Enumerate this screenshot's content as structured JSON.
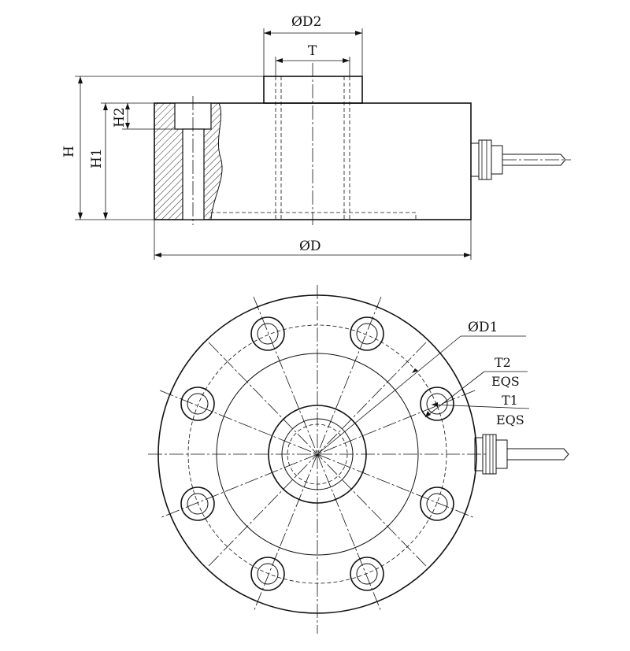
{
  "side_view": {
    "dim_D2": "ØD2",
    "dim_T": "T",
    "dim_H": "H",
    "dim_H1": "H1",
    "dim_H2": "H2",
    "dim_D": "ØD"
  },
  "top_view": {
    "dim_D1": "ØD1",
    "dim_T2": "T2",
    "dim_T2_eqs": "EQS",
    "dim_T1": "T1",
    "dim_T1_eqs": "EQS"
  }
}
